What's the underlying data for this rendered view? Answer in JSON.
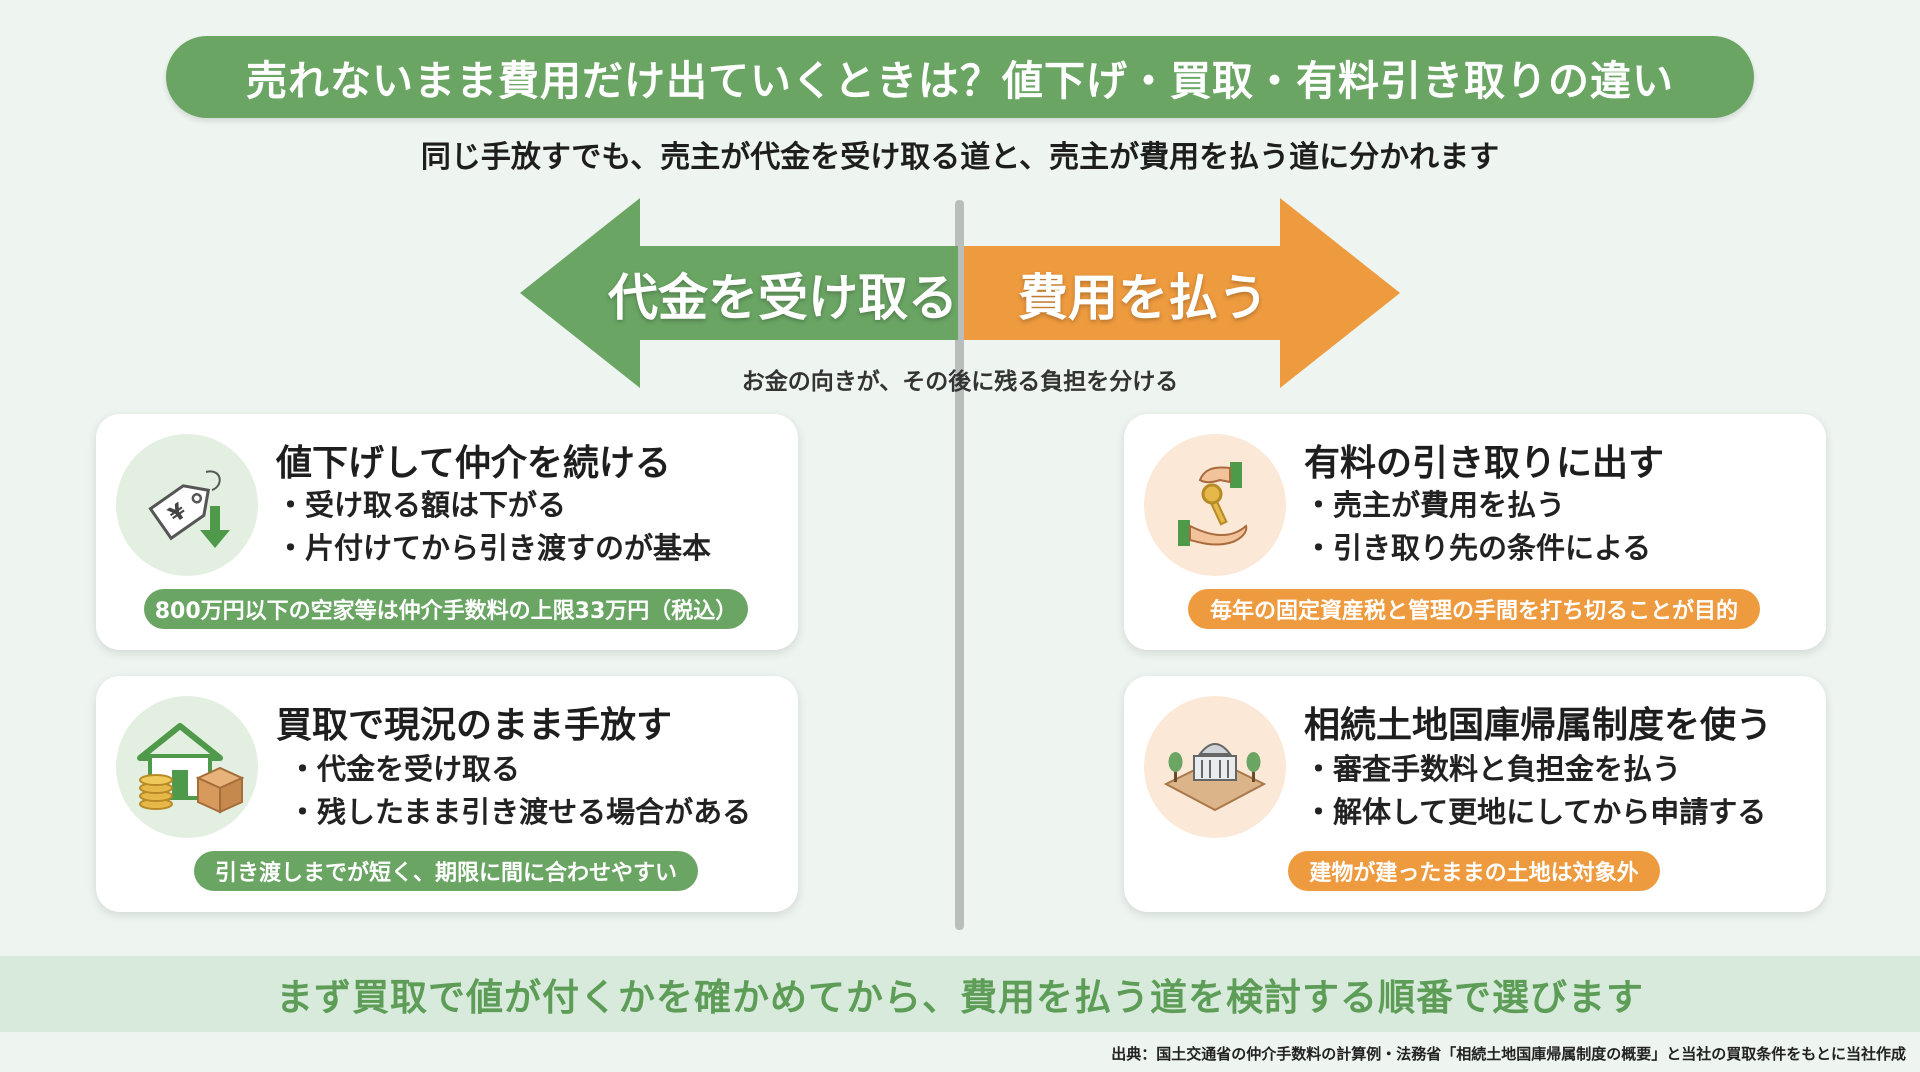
{
  "title": "売れないまま費用だけ出ていくときは？値下げ・買取・有料引き取りの違い",
  "subtitle": "同じ手放すでも、売主が代金を受け取る道と、売主が費用を払う道に分かれます",
  "arrows": {
    "left_label": "代金を受け取る",
    "right_label": "費用を払う",
    "note": "お金の向きが、その後に残る負担を分ける"
  },
  "colors": {
    "green": "#6aa564",
    "orange": "#ee9a3e",
    "background": "#eef5f0"
  },
  "cards": {
    "discount": {
      "icon": "price-tag-yen-down-icon",
      "title": "値下げして仲介を続ける",
      "bullets": [
        "受け取る額は下がる",
        "片付けてから引き渡すのが基本"
      ],
      "tag": "800万円以下の空家等は仲介手数料の上限33万円（税込）"
    },
    "buyout": {
      "icon": "house-coins-box-icon",
      "title": "買取で現況のまま手放す",
      "bullets": [
        "代金を受け取る",
        "残したまま引き渡せる場合がある"
      ],
      "tag": "引き渡しまでが短く、期限に間に合わせやすい"
    },
    "paid_takeover": {
      "icon": "hand-key-icon",
      "title": "有料の引き取りに出す",
      "bullets": [
        "売主が費用を払う",
        "引き取り先の条件による"
      ],
      "tag": "毎年の固定資産税と管理の手間を打ち切ることが目的"
    },
    "national_treasury": {
      "icon": "government-building-land-icon",
      "title": "相続土地国庫帰属制度を使う",
      "bullets": [
        "審査手数料と負担金を払う",
        "解体して更地にしてから申請する"
      ],
      "tag": "建物が建ったままの土地は対象外"
    }
  },
  "footer": {
    "conclusion": "まず買取で値が付くかを確かめてから、費用を払う道を検討する順番で選びます",
    "source": "出典：国土交通省の仲介手数料の計算例・法務省「相続土地国庫帰属制度の概要」と当社の買取条件をもとに当社作成"
  }
}
